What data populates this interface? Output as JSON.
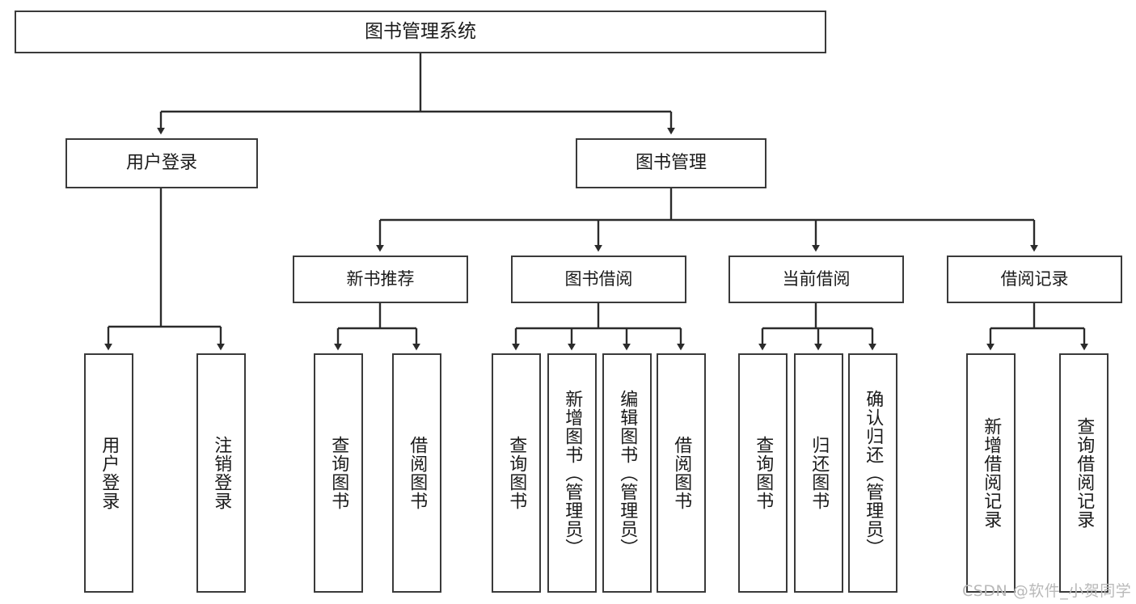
{
  "diagram": {
    "title": "图书管理系统",
    "type": "tree-hierarchy",
    "watermark": "CSDN @软件_小贺同学",
    "colors": {
      "box_border": "#3a3a3a",
      "box_fill": "#ffffff",
      "connector": "#2b2b2b",
      "text": "#1b1b1b",
      "watermark": "#b9b9b9"
    },
    "nodes": {
      "root": {
        "label": "图书管理系统"
      },
      "level1": [
        {
          "id": "user-login",
          "label": "用户登录"
        },
        {
          "id": "book-management",
          "label": "图书管理"
        }
      ],
      "level2": [
        {
          "id": "new-book-recommend",
          "label": "新书推荐"
        },
        {
          "id": "book-borrow",
          "label": "图书借阅"
        },
        {
          "id": "current-borrow",
          "label": "当前借阅"
        },
        {
          "id": "borrow-record",
          "label": "借阅记录"
        }
      ],
      "leaves": [
        {
          "id": "leaf-user-login",
          "label": "用户登录",
          "parent": "user-login"
        },
        {
          "id": "leaf-logout",
          "label": "注销登录",
          "parent": "user-login"
        },
        {
          "id": "leaf-query-book-1",
          "label": "查询图书",
          "parent": "new-book-recommend"
        },
        {
          "id": "leaf-borrow-book-1",
          "label": "借阅图书",
          "parent": "new-book-recommend"
        },
        {
          "id": "leaf-query-book-2",
          "label": "查询图书",
          "parent": "book-borrow"
        },
        {
          "id": "leaf-add-book",
          "label": "新增图书（管理员）",
          "parent": "book-borrow"
        },
        {
          "id": "leaf-edit-book",
          "label": "编辑图书（管理员）",
          "parent": "book-borrow"
        },
        {
          "id": "leaf-borrow-book-2",
          "label": "借阅图书",
          "parent": "book-borrow"
        },
        {
          "id": "leaf-query-book-3",
          "label": "查询图书",
          "parent": "current-borrow"
        },
        {
          "id": "leaf-return-book",
          "label": "归还图书",
          "parent": "current-borrow"
        },
        {
          "id": "leaf-confirm-return",
          "label": "确认归还（管理员）",
          "parent": "current-borrow"
        },
        {
          "id": "leaf-add-record",
          "label": "新增借阅记录",
          "parent": "borrow-record"
        },
        {
          "id": "leaf-query-record",
          "label": "查询借阅记录",
          "parent": "borrow-record"
        }
      ]
    }
  }
}
